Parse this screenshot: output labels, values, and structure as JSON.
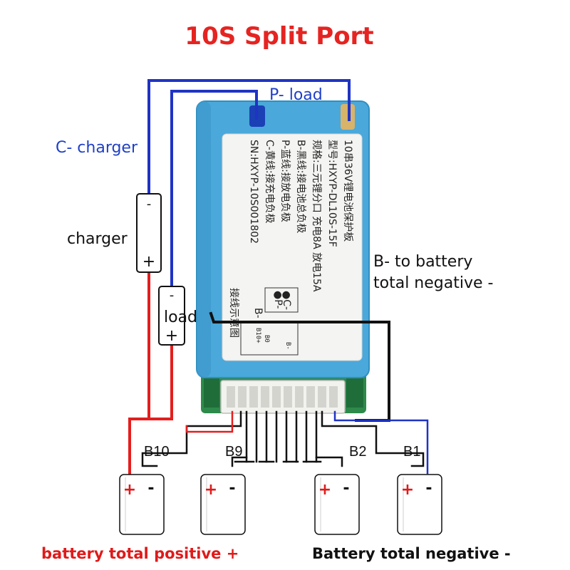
{
  "title": "10S Split Port",
  "labels": {
    "p_load": "P- load",
    "c_charger": "C- charger",
    "charger": "charger",
    "load": "load",
    "b_minus_line1": "B- to battery",
    "b_minus_line2": "total negative -",
    "battery_total_positive": "battery total positive +",
    "battery_total_negative": "Battery total negative -"
  },
  "terminals": {
    "minus": "-",
    "plus": "+"
  },
  "cell_groups": [
    {
      "label": "B10"
    },
    {
      "label": "B9"
    },
    {
      "label": "B2"
    },
    {
      "label": "B1"
    }
  ],
  "board_sticker": {
    "lines": [
      "10串36V锂电池保护板",
      "型号:HXYP-DL10S-15F",
      "规格:三元锂分口 充电8A 放电15A",
      "B-黑线:接电池总负极",
      "P-蓝线:接放电负极",
      "C-黄线:接充电负极",
      "SN:HXYP-10S001802"
    ],
    "wiring_note": "接线示意图",
    "legend_c": "●C-",
    "legend_p": "●P-",
    "legend_b": "B-",
    "pin_b10": "B10+",
    "pin_b_minus": "B-",
    "pin_b0": "B0"
  },
  "colors": {
    "red_wire": "#e41e1e",
    "blue_wire": "#1f33c4",
    "black_wire": "#111111",
    "board_blue": "#49a6d8",
    "title": "#e52421"
  }
}
